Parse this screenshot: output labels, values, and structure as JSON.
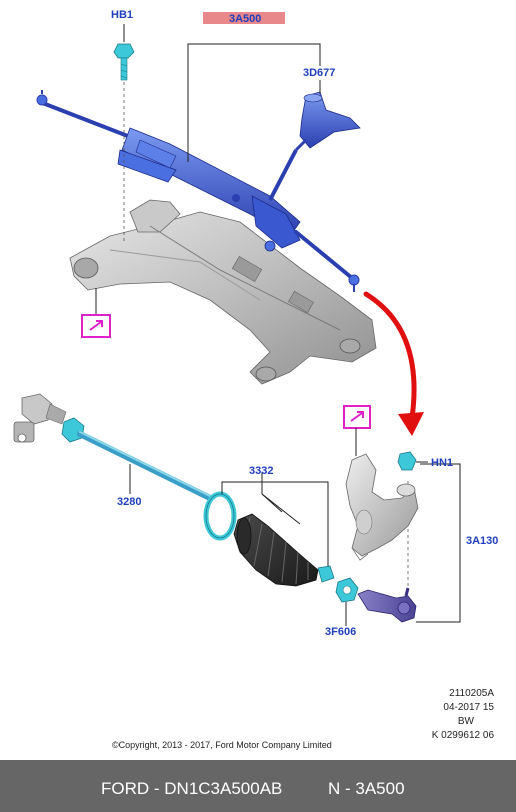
{
  "labels": {
    "hb1": "HB1",
    "a3a500": "3A500",
    "d3d677": "3D677",
    "h3332": "3332",
    "p3280": "3280",
    "hn1": "HN1",
    "a3a130": "3A130",
    "f3f606": "3F606"
  },
  "meta": {
    "line1": "2110205A",
    "line2": "04-2017 15",
    "line3": "BW",
    "line4": "K 0299612 06"
  },
  "copyright": "©Copyright, 2013 - 2017, Ford Motor Company Limited",
  "footer": {
    "part_number": "FORD - DN1C3A500AB",
    "n_number": "N - 3A500"
  },
  "colors": {
    "label": "#1f3fbf",
    "rack": "#4a6fe0",
    "rack_dark": "#2b3fb0",
    "highlight": "#e8888a",
    "magenta": "#e020c8",
    "arrow_red": "#e01010",
    "cyan": "#3cc8d8",
    "footer_bg": "#666666"
  }
}
